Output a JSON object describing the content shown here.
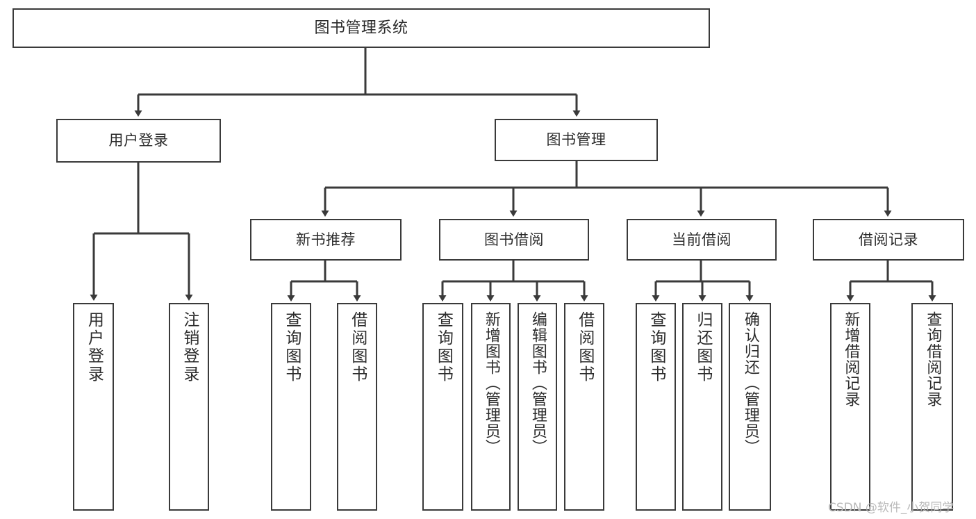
{
  "diagram": {
    "title": "图书管理系统",
    "watermark": "CSDN @软件_小贺同学",
    "stroke_color": "#3a3a3a",
    "text_color": "#2b2b2b",
    "background_color": "#ffffff",
    "nodes": {
      "root": {
        "label": "图书管理系统"
      },
      "level2": [
        {
          "id": "user-login",
          "label": "用户登录"
        },
        {
          "id": "book-manage",
          "label": "图书管理"
        }
      ],
      "level3": [
        {
          "id": "new-book-recommend",
          "label": "新书推荐"
        },
        {
          "id": "book-borrow",
          "label": "图书借阅"
        },
        {
          "id": "current-borrow",
          "label": "当前借阅"
        },
        {
          "id": "borrow-record",
          "label": "借阅记录"
        }
      ],
      "leaves": {
        "user-login": [
          {
            "id": "leaf-user-login",
            "label": "用户登录"
          },
          {
            "id": "leaf-logout",
            "label": "注销登录"
          }
        ],
        "new-book-recommend": [
          {
            "id": "leaf-query-book-1",
            "label": "查询图书"
          },
          {
            "id": "leaf-borrow-book-1",
            "label": "借阅图书"
          }
        ],
        "book-borrow": [
          {
            "id": "leaf-query-book-2",
            "label": "查询图书"
          },
          {
            "id": "leaf-add-book",
            "label": "新增图书（管理员）"
          },
          {
            "id": "leaf-edit-book",
            "label": "编辑图书（管理员）"
          },
          {
            "id": "leaf-borrow-book-2",
            "label": "借阅图书"
          }
        ],
        "current-borrow": [
          {
            "id": "leaf-query-book-3",
            "label": "查询图书"
          },
          {
            "id": "leaf-return-book",
            "label": "归还图书"
          },
          {
            "id": "leaf-confirm-return",
            "label": "确认归还（管理员）"
          }
        ],
        "borrow-record": [
          {
            "id": "leaf-add-record",
            "label": "新增借阅记录"
          },
          {
            "id": "leaf-query-record",
            "label": "查询借阅记录"
          }
        ]
      }
    }
  }
}
